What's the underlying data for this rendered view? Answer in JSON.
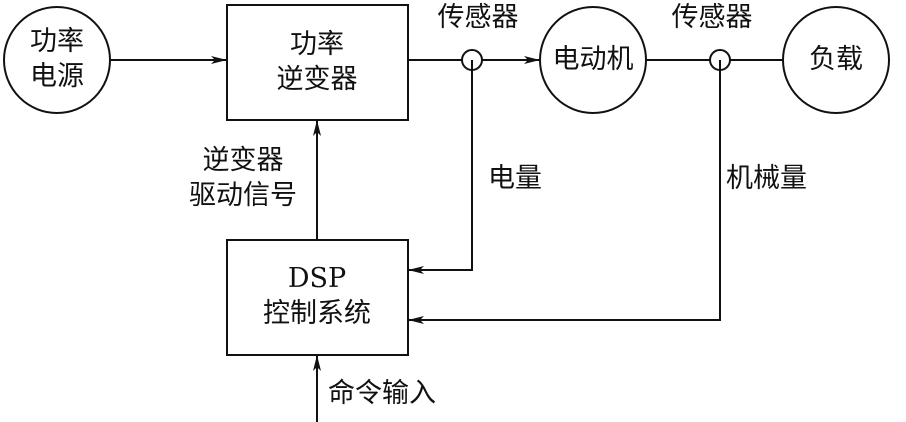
{
  "nodes": {
    "power_source": "功率\n电源",
    "inverter": "功率\n逆变器",
    "motor": "电动机",
    "load": "负载",
    "dsp": "DSP\n控制系统"
  },
  "labels": {
    "sensor_1": "传感器",
    "sensor_2": "传感器",
    "electrical": "电量",
    "mechanical": "机械量",
    "drive_signal": "逆变器\n驱动信号",
    "command_input": "命令输入"
  },
  "colors": {
    "stroke": "#111111",
    "background": "#ffffff"
  }
}
